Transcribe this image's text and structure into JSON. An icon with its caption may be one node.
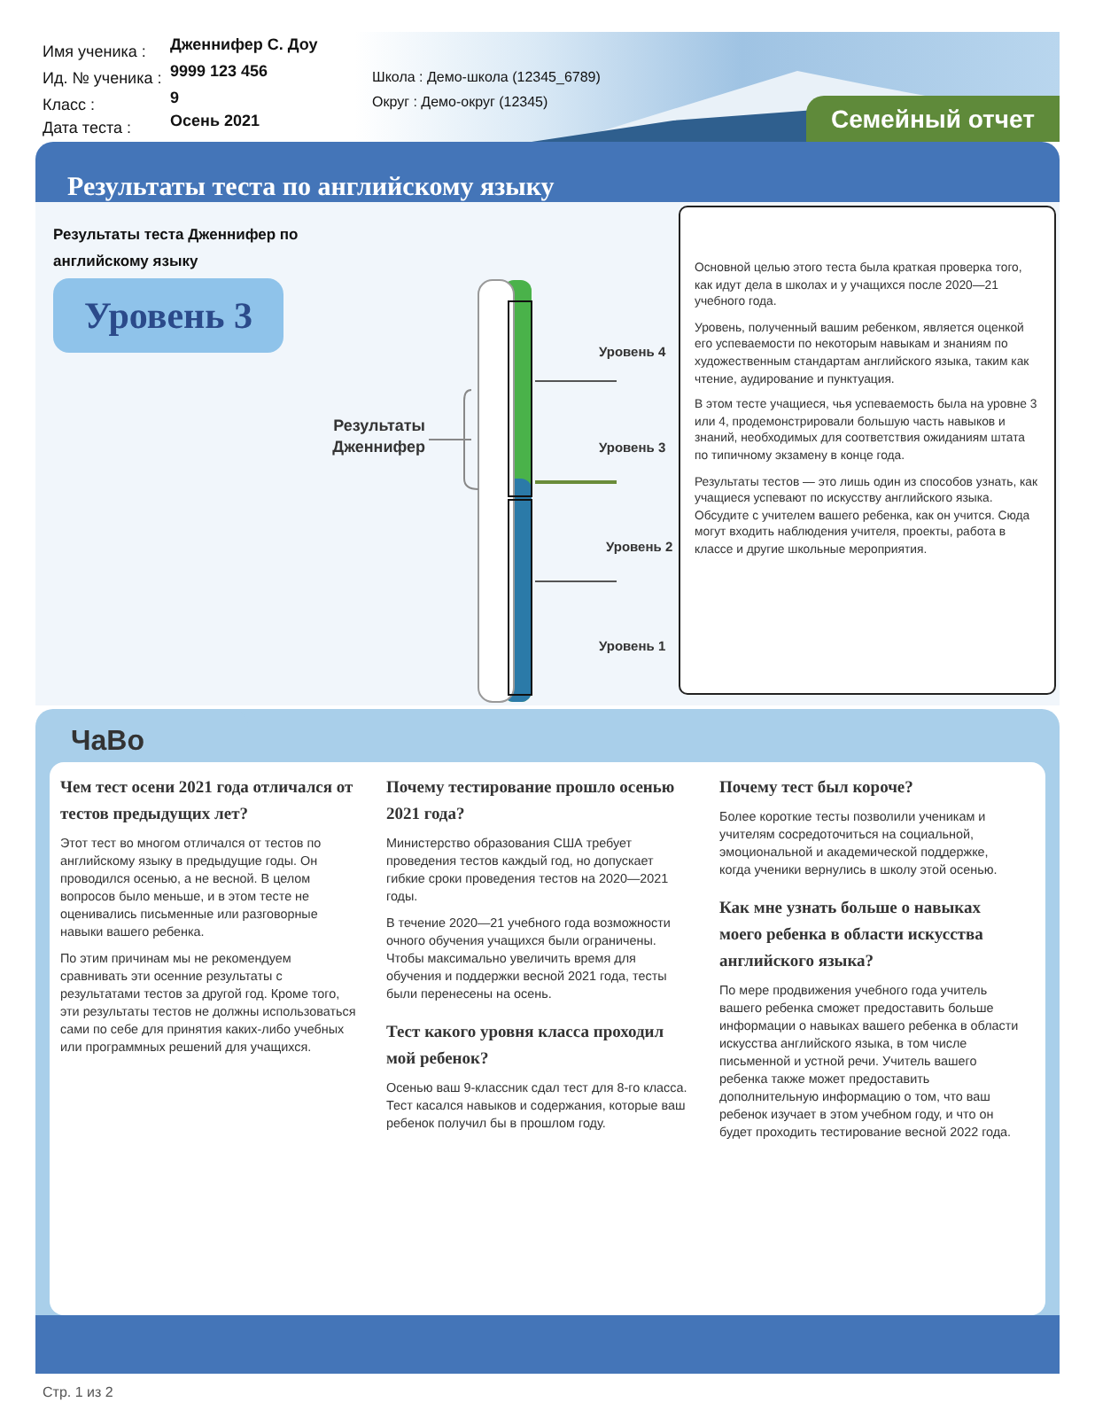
{
  "diagram": {
    "nodes": [
      {
        "text": [
          "Семейный отчет"
        ]
      },
      {
        "text": [
          "Результаты теста по английскому языку"
        ]
      },
      {
        "text": [
          "Результаты теста Дженнифер по английскому языку",
          "Уровень 3"
        ],
        "in": 1
      },
      {
        "text": [
          "Основной целью этого теста была краткая проверка того, как идут дела в школах и у учащихся после 2020—21 учебного года.",
          "Уровень, полученный вашим ребенком, является оценкой его успеваемости по некоторым навыкам и знаниям по художественным стандартам английского языка, таким как чтение, аудирование и пунктуация.",
          "В этом тесте учащиеся, чья успеваемость была на уровне 3 или 4, продемонстрировали большую часть навыков и знаний, необходимых для соответствия ожиданиям штата по типичному экзамену в конце года.",
          "Результаты тестов — это лишь один из способов узнать, как учащиеся успевают по искусству английского языка. Обсудите с учителем вашего ребенка, как он учится. Сюда могут входить наблюдения учителя, проекты, работа в классе и другие школьные мероприятия."
        ],
        "in": 1
      },
      {
        "text": [
          "Результаты Дженнифер"
        ],
        "in": 1
      },
      {
        "text": [],
        "shape": "bar",
        "in": 1
      },
      {
        "text": [
          "ЧаВо",
          "Чем тест осени 2021 года отличался от тестов предыдущих лет?",
          "Этот тест во многом отличался от тестов по английскому языку в предыдущие годы. Он проводился осенью, а не весной. В целом вопросов было меньше, и в этом тесте не оценивались письменные или разговорные навыки вашего ребенка.",
          "По этим причинам мы не рекомендуем сравнивать эти осенние результаты с результатами тестов за другой год. Кроме того, эти результаты тестов не должны использоваться сами по себе для принятия каких-либо учебных или программных решений для учащихся.",
          "Почему тестирование прошло осенью 2021 года?",
          "Министерство образования США требует проведения тестов каждый год, но допускает гибкие сроки проведения тестов на 2020—2021 годы.",
          "В течение 2020—21 учебного года возможности очного обучения учащихся были ограничены. Чтобы максимально увеличить время для обучения и поддержки весной 2021 года, тесты были перенесены на осень.",
          "Тест какого уровня класса проходил мой ребенок?",
          "Осенью ваш 9-классник сдал тест для 8-го класса. Тест касался навыков и содержания, которые ваш ребенок получил бы в прошлом году.",
          "Почему тест был короче?",
          "Более короткие тесты позволили ученикам и учителям сосредоточиться на социальной, эмоциональной и академической поддержке, когда ученики вернулись в школу этой осенью.",
          "Как мне узнать больше о навыках моего ребенка в области искусства английского языка?",
          "По мере продвижения учебного года учитель вашего ребенка сможет предоставить больше информации о навыках вашего ребенка в области искусства английского языка, в том числе письменной и устной речи. Учитель вашего ребенка также может предоставить дополнительную информацию о том, что ваш ребенок изучает в этом учебном году, и что он будет проходить тестирование весной 2022 года."
        ]
      }
    ],
    "edges": [
      {
        "from": 4,
        "to": 5,
        "arrow": "none"
      }
    ],
    "labels": [
      "Имя ученика :",
      "Дженнифер С. Доу",
      "Ид. № ученика :",
      "9999 123 456",
      "Класс :",
      "9",
      "Дата теста :",
      "Осень 2021",
      "Школа : Демо-школа (12345_6789)",
      "Округ : Демо-округ (12345)",
      "Уровень 4",
      "Уровень 3",
      "Уровень 2",
      "Уровень 1",
      "Стр. 1 из 2"
    ]
  }
}
